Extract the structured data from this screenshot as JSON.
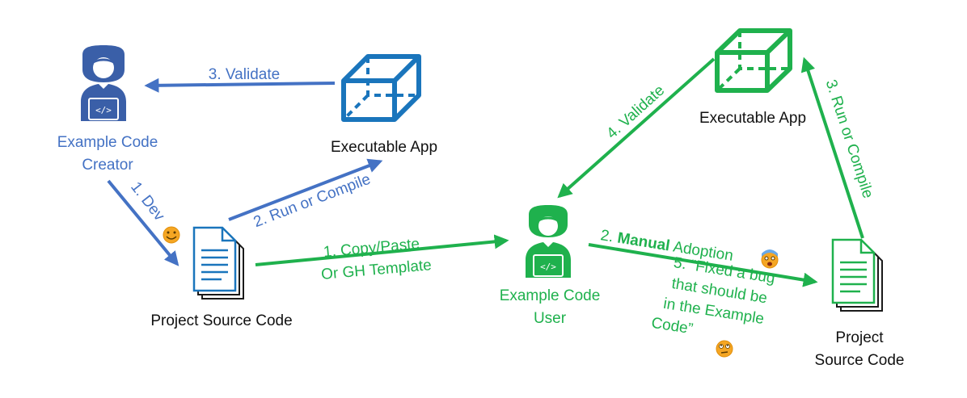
{
  "colors": {
    "blue": "#4472c4",
    "blue_dark": "#3a5fa8",
    "icon_blue": "#1a75bc",
    "green": "#1fb14d",
    "emoji_face": "#f5a623"
  },
  "left": {
    "creator": {
      "line1": "Example Code",
      "line2": "Creator",
      "icon": "developer-icon"
    },
    "app": {
      "label": "Executable App",
      "icon": "cube-icon"
    },
    "source": {
      "label": "Project Source Code",
      "icon": "documents-icon"
    },
    "arrows": {
      "validate": "3. Validate",
      "dev": "1. Dev",
      "run": "2. Run or Compile"
    }
  },
  "right": {
    "user": {
      "line1": "Example Code",
      "line2": "User",
      "icon": "developer-icon"
    },
    "app": {
      "label": "Executable App",
      "icon": "cube-icon"
    },
    "source": {
      "line1": "Project",
      "line2": "Source Code",
      "icon": "documents-icon"
    },
    "arrows": {
      "copy_line1": "1. Copy/Paste",
      "copy_line2": "Or GH Template",
      "adoption_num": "2. ",
      "adoption_bold": "Manual",
      "adoption_rest": " Adoption",
      "validate": "4. Validate",
      "run": "3. Run or Compile",
      "bug_line1": "5. “Fixed a bug",
      "bug_line2": "that should be",
      "bug_line3": "in the Example",
      "bug_line4": "Code”"
    }
  }
}
